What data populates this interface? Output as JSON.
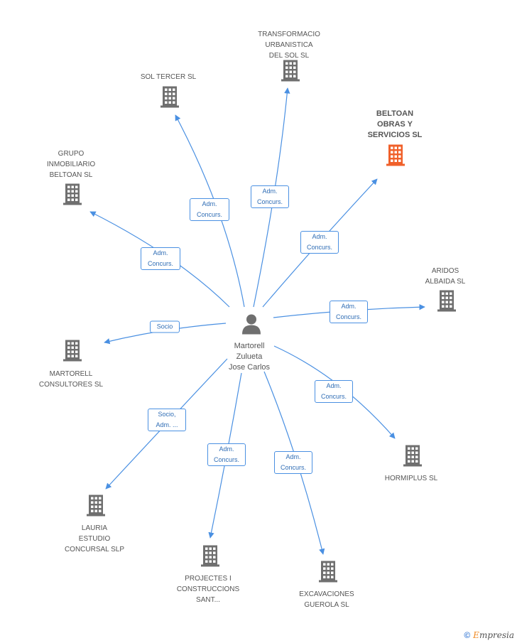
{
  "person": {
    "lines": [
      "Martorell",
      "Zulueta",
      "Jose Carlos"
    ]
  },
  "companies": [
    {
      "id": "transformacio",
      "lines": [
        "TRANSFORMACIO",
        "URBANISTICA",
        "DEL SOL SL"
      ],
      "highlight": false
    },
    {
      "id": "sol-tercer",
      "lines": [
        "SOL TERCER  SL"
      ],
      "highlight": false
    },
    {
      "id": "beltoan-obras",
      "lines": [
        "BELTOAN",
        "OBRAS Y",
        "SERVICIOS SL"
      ],
      "highlight": true
    },
    {
      "id": "grupo-inmobiliario",
      "lines": [
        "GRUPO",
        "INMOBILIARIO",
        "BELTOAN SL"
      ],
      "highlight": false
    },
    {
      "id": "aridos-albaida",
      "lines": [
        "ARIDOS",
        "ALBAIDA SL"
      ],
      "highlight": false
    },
    {
      "id": "martorell-consultores",
      "lines": [
        "MARTORELL",
        "CONSULTORES SL"
      ],
      "highlight": false
    },
    {
      "id": "hormiplus",
      "lines": [
        "HORMIPLUS SL"
      ],
      "highlight": false
    },
    {
      "id": "lauria-estudio",
      "lines": [
        "LAURIA",
        "ESTUDIO",
        "CONCURSAL  SLP"
      ],
      "highlight": false
    },
    {
      "id": "projectes",
      "lines": [
        "PROJECTES I",
        "CONSTRUCCIONS",
        "SANT..."
      ],
      "highlight": false
    },
    {
      "id": "excavaciones",
      "lines": [
        "EXCAVACIONES",
        "GUEROLA SL"
      ],
      "highlight": false
    }
  ],
  "relations": [
    {
      "to": "transformacio",
      "lines": [
        "Adm.",
        "Concurs."
      ]
    },
    {
      "to": "sol-tercer",
      "lines": [
        "Adm.",
        "Concurs."
      ]
    },
    {
      "to": "beltoan-obras",
      "lines": [
        "Adm.",
        "Concurs."
      ]
    },
    {
      "to": "grupo-inmobiliario",
      "lines": [
        "Adm.",
        "Concurs."
      ]
    },
    {
      "to": "aridos-albaida",
      "lines": [
        "Adm.",
        "Concurs."
      ]
    },
    {
      "to": "martorell-consultores",
      "lines": [
        "Socio"
      ]
    },
    {
      "to": "hormiplus",
      "lines": [
        "Adm.",
        "Concurs."
      ]
    },
    {
      "to": "lauria-estudio",
      "lines": [
        "Socio,",
        "Adm. ..."
      ]
    },
    {
      "to": "projectes",
      "lines": [
        "Adm.",
        "Concurs."
      ]
    },
    {
      "to": "excavaciones",
      "lines": [
        "Adm.",
        "Concurs."
      ]
    }
  ],
  "colors": {
    "edge": "#4a90e2",
    "building": "#6f6f6f",
    "highlight": "#f0602a",
    "person": "#6f6f6f"
  },
  "footer": {
    "copyright": "©",
    "brand_first": "E",
    "brand_rest": "mpresia"
  }
}
